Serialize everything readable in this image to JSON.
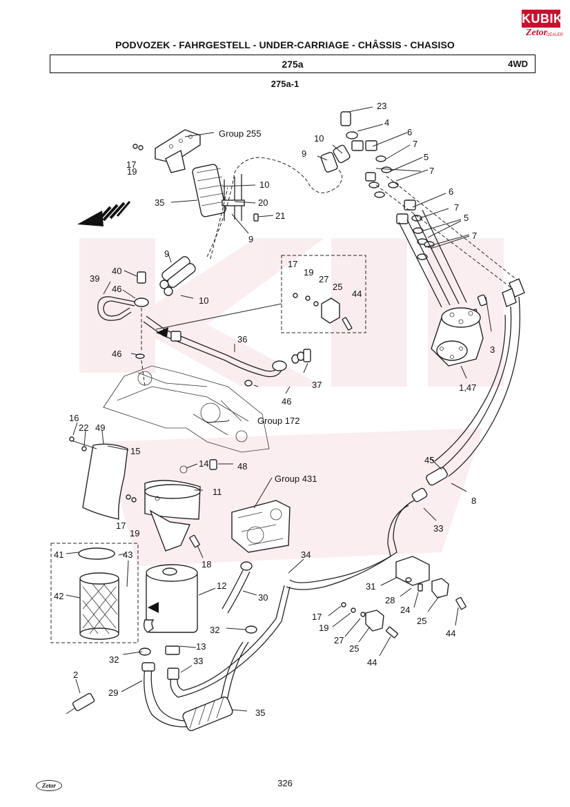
{
  "header": {
    "title": "PODVOZEK - FAHRGESTELL - UNDER-CARRIAGE - CHÂSSIS - CHASISO",
    "code": "275a",
    "variant": "4WD",
    "subcode": "275a-1"
  },
  "brand": {
    "logo_text": "KUBIK",
    "sub_logo_text": "Zetor",
    "dealer_text": "DEALER",
    "accent_color": "#c8102e"
  },
  "footer": {
    "page_number": "326",
    "logo_text": "Zetor"
  },
  "diagram": {
    "group_labels": [
      "Group 255",
      "Group 172",
      "Group 431"
    ],
    "callouts": [
      "23",
      "4",
      "6",
      "10",
      "7",
      "9",
      "5",
      "7",
      "17",
      "19",
      "10",
      "35",
      "20",
      "21",
      "9",
      "6",
      "7",
      "5",
      "7",
      "9",
      "40",
      "39",
      "46",
      "10",
      "17",
      "19",
      "27",
      "25",
      "44",
      "3",
      "36",
      "46",
      "1,47",
      "37",
      "46",
      "16",
      "22",
      "49",
      "15",
      "14",
      "48",
      "11",
      "45",
      "8",
      "17",
      "19",
      "33",
      "18",
      "34",
      "41",
      "43",
      "42",
      "12",
      "31",
      "28",
      "24",
      "30",
      "17",
      "19",
      "25",
      "27",
      "25",
      "44",
      "32",
      "13",
      "44",
      "2",
      "32",
      "33",
      "29",
      "35"
    ]
  }
}
